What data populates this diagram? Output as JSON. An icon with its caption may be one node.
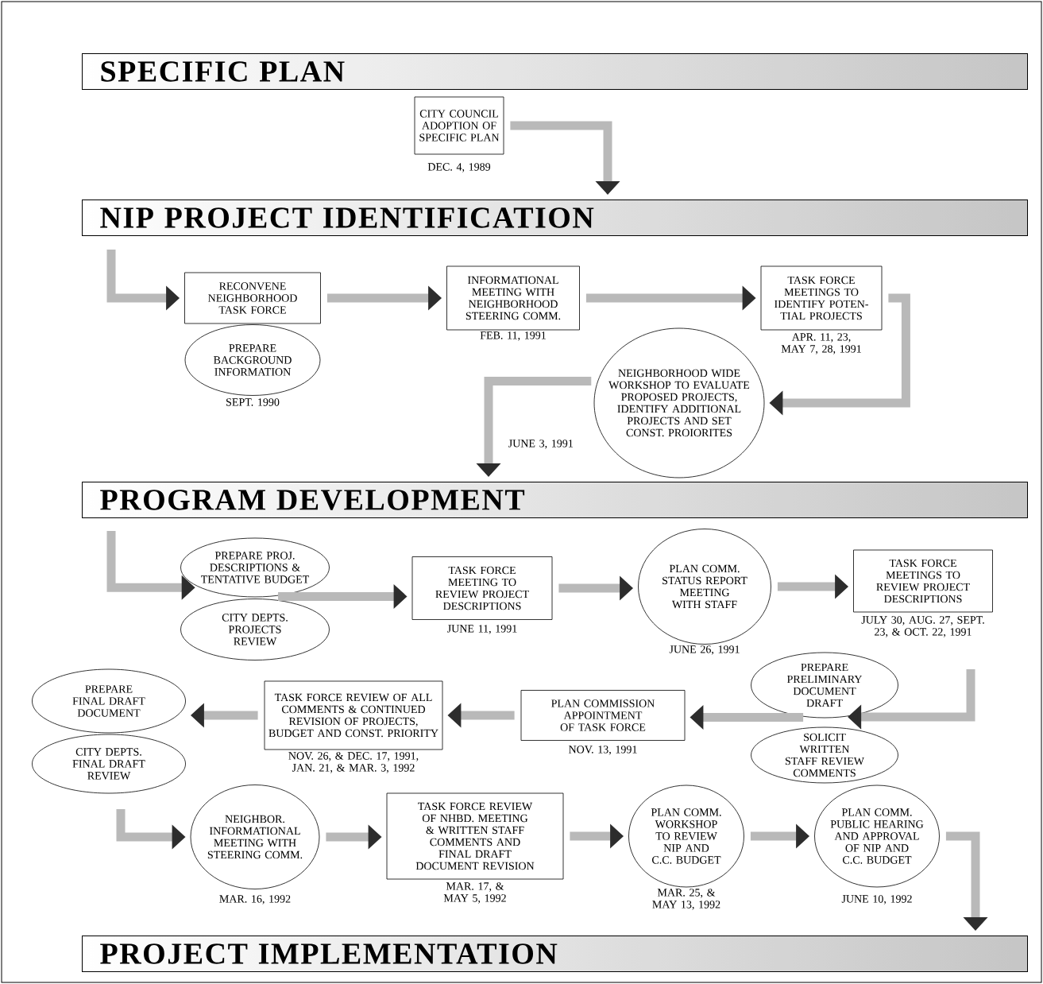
{
  "diagram": {
    "nodes": [
      {
        "text": [
          "SPECIFIC PLAN"
        ]
      },
      {
        "text": [
          "CITY COUNCIL ADOPTION OF SPECIFIC PLAN"
        ],
        "beside": [
          "DEC. 4, 1989"
        ]
      },
      {
        "text": [
          "NIP PROJECT IDENTIFICATION"
        ]
      },
      {
        "text": [
          "RECONVENE NEIGHBORHOOD TASK FORCE"
        ]
      },
      {
        "text": [
          "PREPARE BACKGROUND INFORMATION"
        ],
        "beside": [
          "SEPT. 1990"
        ]
      },
      {
        "text": [
          "INFORMATIONAL MEETING WITH NEIGHBORHOOD STEERING COMM."
        ],
        "beside": [
          "FEB. 11, 1991"
        ]
      },
      {
        "text": [
          "TASK FORCE MEETINGS TO IDENTIFY POTEN- TIAL PROJECTS"
        ],
        "beside": [
          "APR. 11, 23, MAY 7, 28, 1991"
        ]
      },
      {
        "text": [
          "NEIGHBORHOOD WIDE WORKSHOP TO EVALUATE PROPOSED PROJECTS, IDENTIFY ADDITIONAL PROJECTS AND SET CONST. PROIORITES"
        ],
        "beside": [
          "JUNE 3, 1991"
        ]
      },
      {
        "text": [
          "PROGRAM DEVELOPMENT"
        ]
      },
      {
        "text": [
          "PREPARE PROJ. DESCRIPTIONS & TENTATIVE BUDGET"
        ]
      },
      {
        "text": [
          "CITY DEPTS. PROJECTS REVIEW"
        ]
      },
      {
        "text": [
          "TASK FORCE MEETING TO REVIEW PROJECT DESCRIPTIONS"
        ],
        "beside": [
          "JUNE 11, 1991"
        ]
      },
      {
        "text": [
          "PLAN COMM. STATUS REPORT MEETING WITH STAFF"
        ],
        "beside": [
          "JUNE 26, 1991"
        ]
      },
      {
        "text": [
          "TASK FORCE MEETINGS TO REVIEW PROJECT DESCRIPTIONS"
        ],
        "beside": [
          "JULY 30, AUG. 27, SEPT. 23, & OCT. 22, 1991"
        ]
      },
      {
        "text": [
          "PREPARE PRELIMINARY DOCUMENT DRAFT"
        ]
      },
      {
        "text": [
          "SOLICIT WRITTEN STAFF REVIEW COMMENTS"
        ]
      },
      {
        "text": [
          "PLAN COMMISSION APPOINTMENT OF TASK FORCE"
        ],
        "beside": [
          "NOV. 13, 1991"
        ]
      },
      {
        "text": [
          "TASK FORCE REVIEW OF ALL COMMENTS & CONTINUED REVISION OF PROJECTS, BUDGET AND CONST. PRIORITY"
        ],
        "beside": [
          "NOV. 26, & DEC. 17, 1991, JAN. 21, & MAR. 3, 1992"
        ]
      },
      {
        "text": [
          "PREPARE FINAL DRAFT DOCUMENT"
        ]
      },
      {
        "text": [
          "CITY DEPTS. FINAL DRAFT REVIEW"
        ]
      },
      {
        "text": [
          "NEIGHBOR. INFORMATIONAL MEETING WITH STEERING COMM."
        ],
        "beside": [
          "MAR. 16, 1992"
        ]
      },
      {
        "text": [
          "TASK FORCE REVIEW OF NHBD. MEETING & WRITTEN STAFF COMMENTS AND FINAL DRAFT DOCUMENT REVISION"
        ],
        "beside": [
          "MAR. 17, & MAY 5, 1992"
        ]
      },
      {
        "text": [
          "PLAN COMM. WORKSHOP TO REVIEW NIP AND C.C. BUDGET"
        ],
        "beside": [
          "MAR. 25, & MAY 13, 1992"
        ]
      },
      {
        "text": [
          "PLAN COMM. PUBLIC HEARING AND APPROVAL OF NIP AND C.C. BUDGET"
        ],
        "beside": [
          "JUNE 10, 1992"
        ]
      },
      {
        "text": [
          "PROJECT IMPLEMENTATION"
        ]
      }
    ],
    "edges": [
      {
        "from": 1,
        "to": 2,
        "arrow": "to"
      },
      {
        "from": null,
        "to": 3,
        "arrow": "to"
      },
      {
        "from": 3,
        "to": 5,
        "arrow": "to"
      },
      {
        "from": 5,
        "to": 6,
        "arrow": "to"
      },
      {
        "from": 6,
        "to": 7,
        "arrow": "to"
      },
      {
        "from": 7,
        "to": 8,
        "arrow": "to"
      },
      {
        "from": null,
        "to": 9,
        "arrow": "to"
      },
      {
        "from": 9,
        "to": 11,
        "arrow": "to"
      },
      {
        "from": 11,
        "to": 12,
        "arrow": "to"
      },
      {
        "from": 12,
        "to": 13,
        "arrow": "to"
      },
      {
        "from": null,
        "to": 14,
        "arrow": "to"
      },
      {
        "from": 14,
        "to": 16,
        "arrow": "to"
      },
      {
        "from": 16,
        "to": 17,
        "arrow": "to"
      },
      {
        "from": 17,
        "to": 18,
        "arrow": "to"
      },
      {
        "from": null,
        "to": 20,
        "arrow": "to"
      },
      {
        "from": 20,
        "to": 21,
        "arrow": "to"
      },
      {
        "from": 21,
        "to": 22,
        "arrow": "to"
      },
      {
        "from": 22,
        "to": 23,
        "arrow": "to"
      },
      {
        "from": 23,
        "to": 24,
        "arrow": "to"
      }
    ]
  }
}
